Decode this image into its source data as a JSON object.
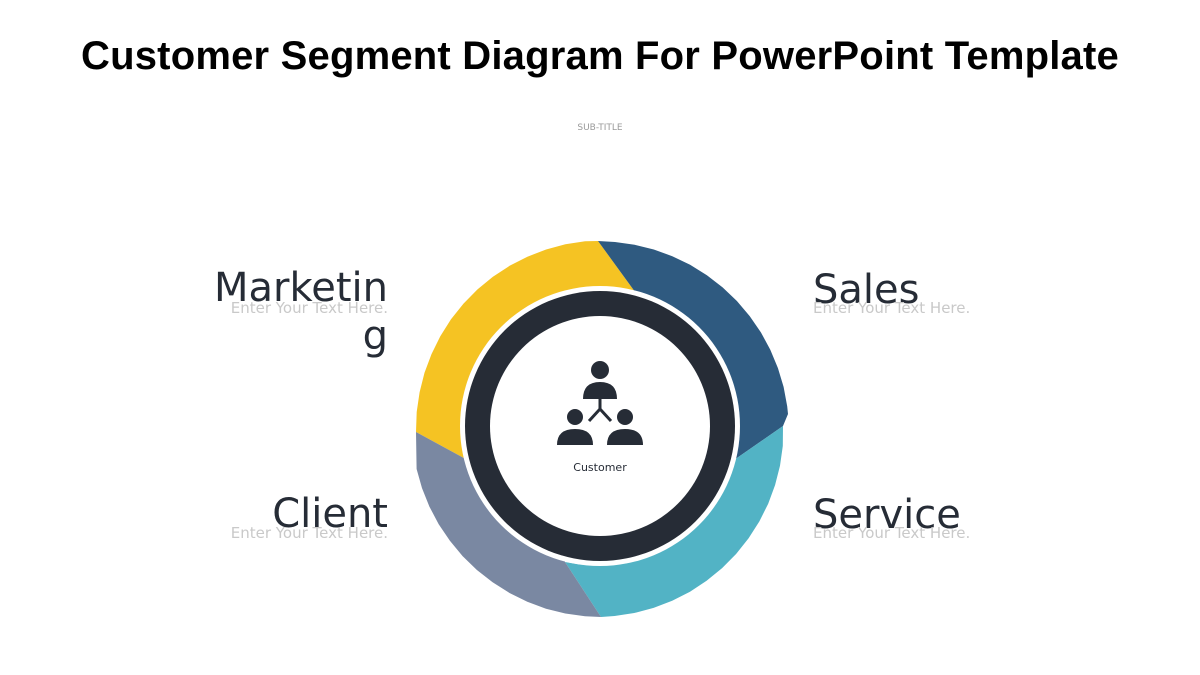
{
  "title": "Customer Segment Diagram For PowerPoint Template",
  "subtitle": "SUB-TITLE",
  "center": {
    "label": "Customer",
    "icon": "people-network-icon"
  },
  "segments": [
    {
      "name": "Marketing",
      "description": "Enter Your Text Here.",
      "color": "#f5c323"
    },
    {
      "name": "Sales",
      "description": "Enter Your Text Here.",
      "color": "#2f5a80"
    },
    {
      "name": "Service",
      "description": "Enter Your Text Here.",
      "color": "#52b3c5"
    },
    {
      "name": "Client",
      "description": "Enter Your Text Here.",
      "color": "#7a88a2"
    }
  ],
  "colors": {
    "inner_ring": "#262c36",
    "text_dark": "#262c36",
    "text_muted": "#c9c9c9"
  }
}
